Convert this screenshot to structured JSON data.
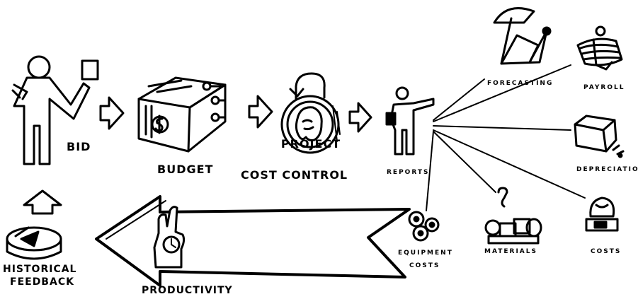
{
  "diagram": {
    "stages": {
      "bid": "BID",
      "budget": "BUDGET",
      "project_cost_control": [
        "PROJECT",
        "COST CONTROL"
      ],
      "reports": "REPORTS",
      "productivity": "PRODUCTIVITY",
      "historical_feedback": [
        "HISTORICAL",
        "FEEDBACK"
      ]
    },
    "report_items": {
      "forecasting": "FORECASTING",
      "payroll": "PAYROLL",
      "depreciation": "DEPRECIATIO",
      "costs": "COSTS",
      "materials": "MATERIALS",
      "equipment_costs": [
        "EQUIPMENT",
        "COSTS"
      ]
    },
    "icons": [
      "bid-person-icon",
      "budget-box-icon",
      "padlock-coin-icon",
      "presenter-icon",
      "umbrella-icon",
      "payroll-person-icon",
      "block-icon",
      "costs-machine-icon",
      "materials-pile-icon",
      "gears-icon",
      "hand-pointing-icon",
      "historical-disc-icon",
      "arrow-right-icon",
      "arrow-up-icon",
      "arrow-left-big-icon"
    ]
  }
}
